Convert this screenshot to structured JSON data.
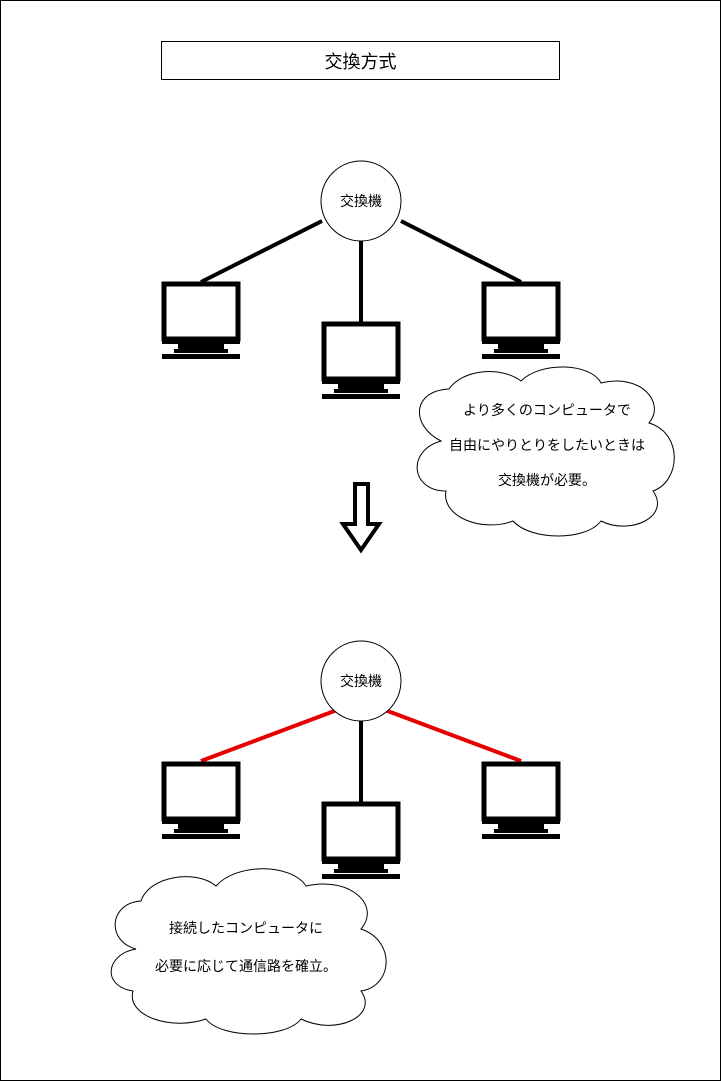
{
  "title": "交換方式",
  "top_diagram": {
    "switch_label": "交換機",
    "cloud_lines": [
      "より多くのコンピュータで",
      "自由にやりとりをしたいときは",
      "交換機が必要。"
    ]
  },
  "bottom_diagram": {
    "switch_label": "交換機",
    "cloud_lines": [
      "接続したコンピュータに",
      "必要に応じて通信路を確立。"
    ]
  },
  "colors": {
    "line": "#000000",
    "active_connection": "#e60000"
  }
}
